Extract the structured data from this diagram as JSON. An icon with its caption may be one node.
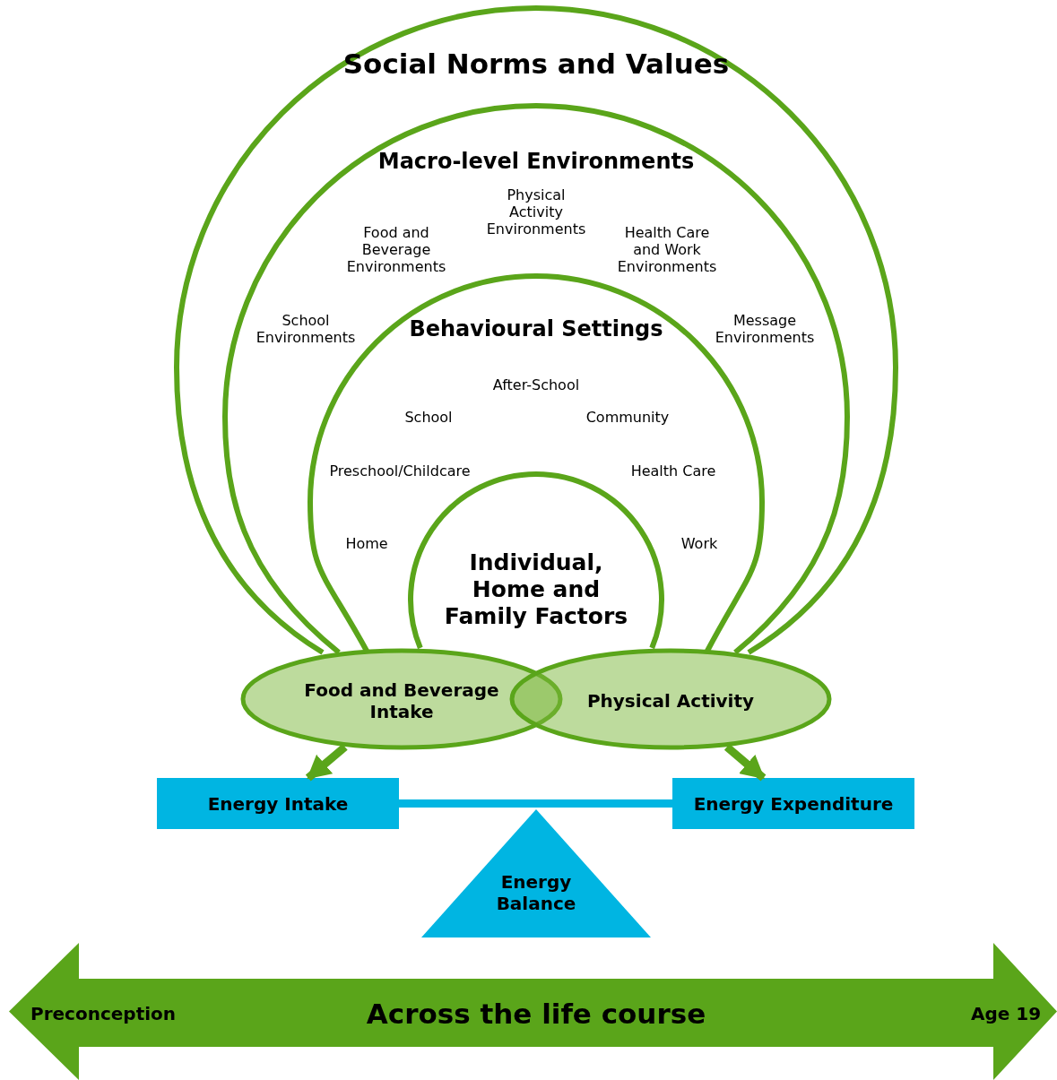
{
  "diagram": {
    "nodes": [
      {
        "text": [
          "Social Norms and Values"
        ]
      },
      {
        "text": [
          "Macro-level Environments",
          "Physical Activity Environments",
          "Food and Beverage Environments",
          "Health Care and Work Environments",
          "School Environments",
          "Message Environments"
        ],
        "in": 0
      },
      {
        "text": [
          "Behavioural Settings",
          "After-School",
          "School",
          "Community",
          "Preschool/Childcare",
          "Health Care",
          "Home",
          "Work"
        ],
        "in": 1
      },
      {
        "text": [
          "Individual, Home and Family Factors"
        ],
        "in": 2
      },
      {
        "text": [
          "Food and Beverage Intake"
        ]
      },
      {
        "text": [
          "Physical Activity"
        ]
      },
      {
        "text": [
          "Energy Intake"
        ]
      },
      {
        "text": [
          "Energy Expenditure"
        ]
      },
      {
        "text": [
          "Energy Balance"
        ]
      },
      {
        "text": [
          "Preconception",
          "Across the life course",
          "Age 19"
        ]
      }
    ],
    "edges": [
      {
        "from": 4,
        "to": 6,
        "arrow": "to"
      },
      {
        "from": 5,
        "to": 7,
        "arrow": "to"
      },
      {
        "from": 6,
        "to": 7,
        "arrow": "none",
        "color": "#00b5e2"
      }
    ]
  }
}
